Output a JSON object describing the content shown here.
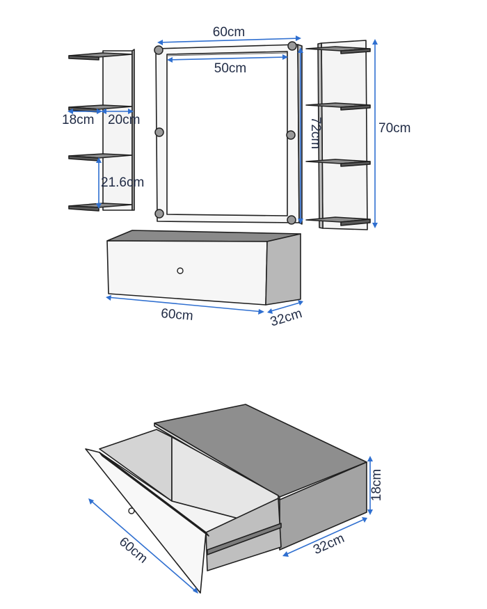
{
  "colors": {
    "dimension": "#2f6fd0",
    "outline": "#1f1f1f",
    "panel_light": "#f2f2f2",
    "panel_mid": "#c9c9c9",
    "panel_dark": "#9c9c9c"
  },
  "labels": {
    "mirror_outer_width": "60cm",
    "mirror_inner_width": "50cm",
    "mirror_height": "72cm",
    "shelf_height": "70cm",
    "shelf_depth": "18cm",
    "shelf_width": "20cm",
    "shelf_spacing": "21.6cm",
    "drawer_width": "60cm",
    "drawer_depth": "32cm",
    "detail_width": "60cm",
    "detail_depth": "32cm",
    "detail_height": "18cm"
  }
}
